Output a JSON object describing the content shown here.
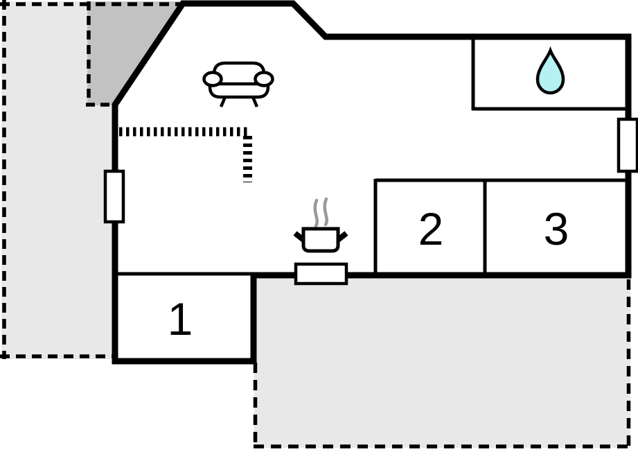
{
  "floorplan": {
    "rooms": [
      {
        "id": "room-1",
        "label": "1"
      },
      {
        "id": "room-2",
        "label": "2"
      },
      {
        "id": "room-3",
        "label": "3"
      }
    ],
    "icons": [
      {
        "name": "sofa-icon"
      },
      {
        "name": "cooking-pot-icon"
      },
      {
        "name": "steam-icon"
      },
      {
        "name": "water-drop-icon"
      }
    ],
    "colors": {
      "wall": "#000000",
      "background": "#ffffff",
      "terrace_fill": "#e8e8e8",
      "overhang_fill": "#c2c2c2",
      "water_drop_fill": "#b5f1f3",
      "steam": "#999999",
      "window_fill": "#ffffff"
    }
  }
}
